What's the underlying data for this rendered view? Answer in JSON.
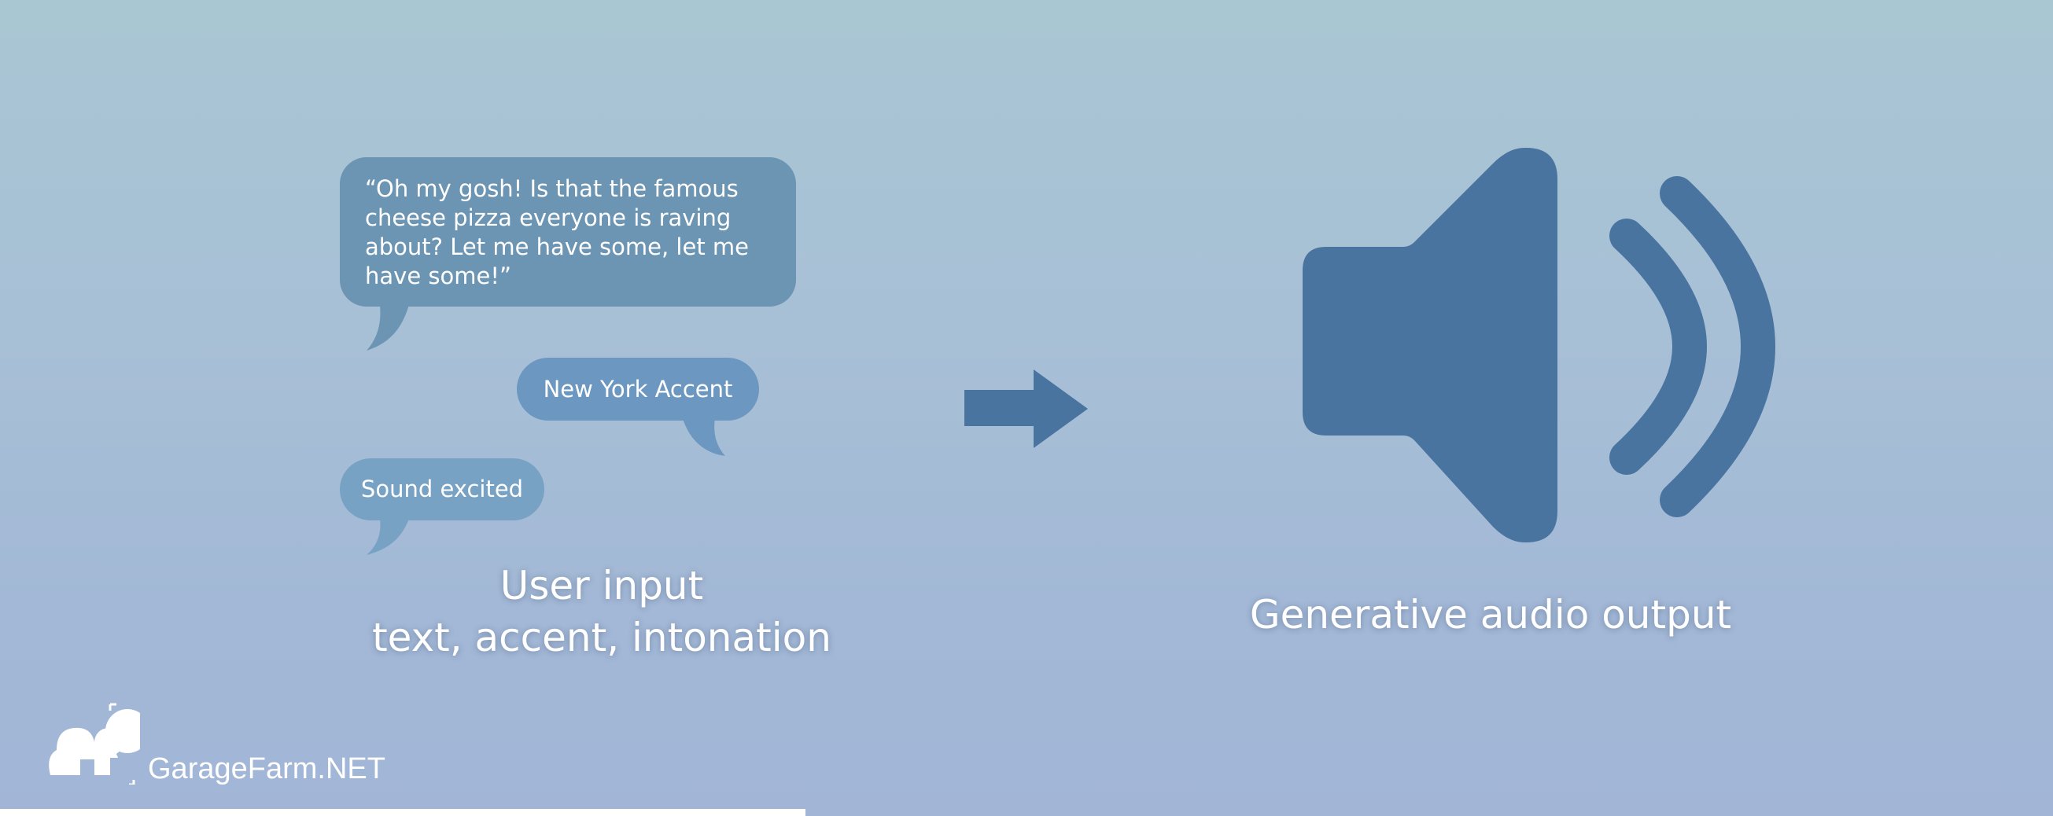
{
  "input": {
    "quote_text": "“Oh my gosh! Is that the famous cheese pizza everyone is raving about? Let me have some, let me have some!”",
    "accent_label": "New York Accent",
    "intonation_label": "Sound excited",
    "caption_line1": "User input",
    "caption_line2": "text, accent, intonation"
  },
  "output": {
    "caption": "Generative audio output",
    "icon": "speaker-volume-icon"
  },
  "flow_icon": "right-arrow-icon",
  "brand": {
    "name": "GarageFarm.NET",
    "icon": "cloud-farm-logo-icon"
  },
  "colors": {
    "background_top": "#a9c6d3",
    "background_bottom": "#a2b5d7",
    "speaker": "#48749f",
    "arrow": "#48749f",
    "bubble_quote": "#6c95b3",
    "bubble_accent": "#6b97c0",
    "bubble_intonation": "#77a2c4"
  }
}
